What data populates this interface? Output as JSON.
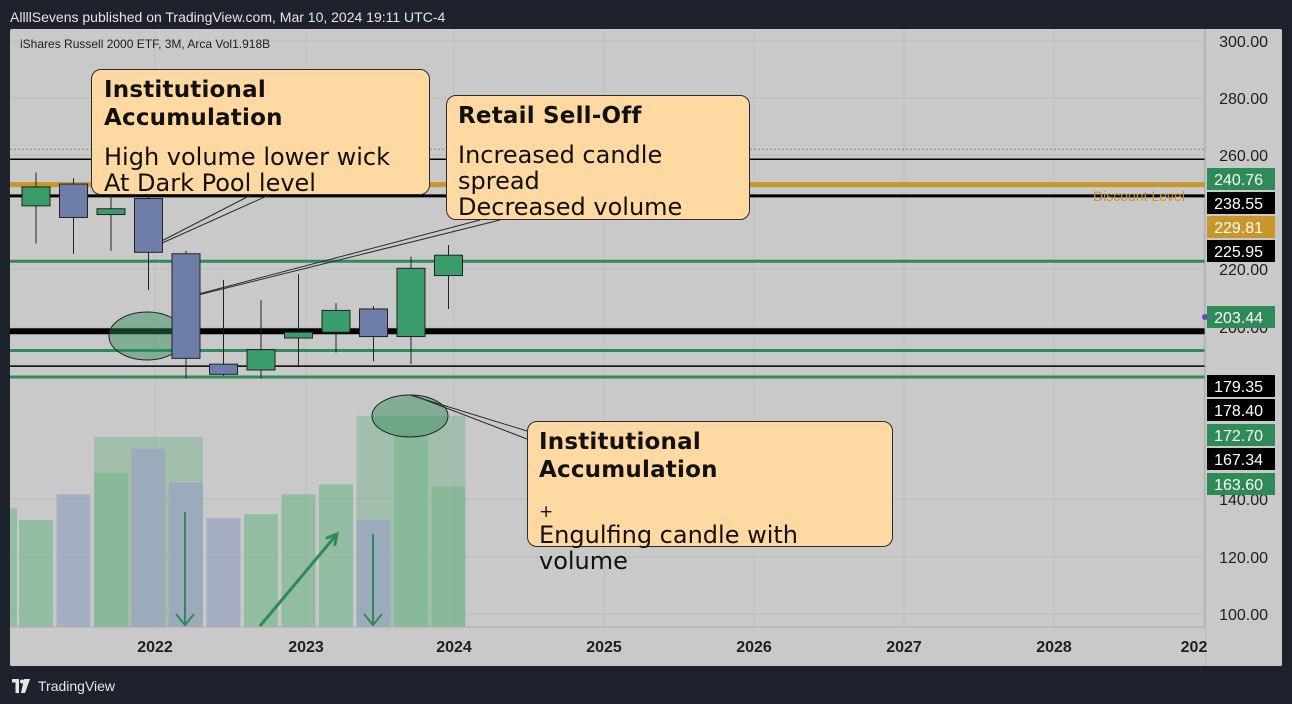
{
  "header": {
    "publisher": "AllllSevens published on TradingView.com, Mar 10, 2024 19:11 UTC-4"
  },
  "footer": {
    "brand": "TradingView",
    "logo_icon": "tradingview-logo-icon"
  },
  "symbol_label": "iShares Russell 2000 ETF, 3M, Arca  Vol1.918B",
  "colors": {
    "background": "#c9c9c9",
    "bull": "#3a9c6a",
    "bear": "#6f7ea8",
    "level_black": "#000000",
    "level_green": "#2e8b57",
    "level_gold": "#c8962a",
    "callout_fill": "#ffd9a1"
  },
  "callouts": {
    "inst_acc_1": {
      "title": "Institutional Accumulation",
      "line1": "High volume lower wick",
      "line2": "At Dark Pool level"
    },
    "retail": {
      "title": "Retail Sell-Off",
      "line1": "Increased candle spread",
      "line2": "Decreased volume"
    },
    "inst_acc_2": {
      "title": "Institutional Accumulation",
      "plus": "+",
      "line1": "Engulfing candle with volume"
    }
  },
  "discount_label": "Discount Level",
  "chart_data": {
    "type": "candlestick",
    "title": "iShares Russell 2000 ETF, 3M, Arca",
    "volume_label": "Vol1.918B",
    "timeframe": "3M",
    "y_axis_ticks": [
      "300.00",
      "280.00",
      "260.00",
      "220.00",
      "200.00",
      "140.00",
      "120.00",
      "100.00"
    ],
    "ylim": [
      100,
      300
    ],
    "x_axis_ticks": [
      "2022",
      "2023",
      "2024",
      "2025",
      "2026",
      "2027",
      "2028",
      "202"
    ],
    "candles": [
      {
        "open": 222.5,
        "close": 229.0,
        "high": 234.0,
        "low": 209.5
      },
      {
        "open": 230.0,
        "close": 218.5,
        "high": 232.0,
        "low": 206.0
      },
      {
        "open": 219.5,
        "close": 221.5,
        "high": 229.0,
        "low": 207.0
      },
      {
        "open": 225.0,
        "close": 206.5,
        "high": 227.0,
        "low": 193.5
      },
      {
        "open": 206.0,
        "close": 170.0,
        "high": 207.0,
        "low": 163.0
      },
      {
        "open": 168.0,
        "close": 164.5,
        "high": 197.0,
        "low": 164.0
      },
      {
        "open": 166.0,
        "close": 173.0,
        "high": 190.0,
        "low": 163.0
      },
      {
        "open": 177.0,
        "close": 179.0,
        "high": 199.0,
        "low": 167.0
      },
      {
        "open": 179.0,
        "close": 186.5,
        "high": 189.0,
        "low": 172.0
      },
      {
        "open": 187.0,
        "close": 177.5,
        "high": 188.0,
        "low": 169.0
      },
      {
        "open": 177.5,
        "close": 201.0,
        "high": 205.0,
        "low": 168.0
      },
      {
        "open": 198.5,
        "close": 205.5,
        "high": 209.0,
        "low": 187.0
      }
    ],
    "volume_bars": [
      {
        "value": 0.54,
        "dir": "bull"
      },
      {
        "value": 0.67,
        "dir": "bear"
      },
      {
        "value": 0.78,
        "dir": "bull"
      },
      {
        "value": 0.9,
        "dir": "bear"
      },
      {
        "value": 0.73,
        "dir": "bear"
      },
      {
        "value": 0.55,
        "dir": "bear"
      },
      {
        "value": 0.57,
        "dir": "bull"
      },
      {
        "value": 0.67,
        "dir": "bull"
      },
      {
        "value": 0.72,
        "dir": "bull"
      },
      {
        "value": 0.54,
        "dir": "bear"
      },
      {
        "value": 0.97,
        "dir": "bull"
      },
      {
        "value": 0.71,
        "dir": "bull"
      }
    ],
    "volume_highlights": [
      {
        "from": 2,
        "to": 4,
        "value": 0.9
      },
      {
        "from": 9,
        "to": 11,
        "value": 1.0
      }
    ],
    "levels": [
      {
        "value": 238.55,
        "label": "238.55",
        "style": "black-thin",
        "tag_bg": "#000000",
        "tag_fg": "#ffffff"
      },
      {
        "value": 240.76,
        "label": "240.76",
        "style": "none",
        "tag_bg": "#2e8b57",
        "tag_fg": "#ffffff"
      },
      {
        "value": 229.81,
        "label": "229.81",
        "style": "gold",
        "tag_bg": "#c8962a",
        "tag_fg": "#ffffff"
      },
      {
        "value": 225.95,
        "label": "225.95",
        "style": "black",
        "tag_bg": "#000000",
        "tag_fg": "#ffffff"
      },
      {
        "value": 203.44,
        "label": "203.44",
        "style": "green",
        "tag_bg": "#2e8b57",
        "tag_fg": "#ffffff"
      },
      {
        "value": 179.35,
        "label": "179.35",
        "style": "black-thick",
        "tag_bg": "#000000",
        "tag_fg": "#ffffff"
      },
      {
        "value": 172.7,
        "label": "172.70",
        "style": "green",
        "tag_bg": "#2e8b57",
        "tag_fg": "#ffffff"
      },
      {
        "value": 167.34,
        "label": "167.34",
        "style": "black-thin",
        "tag_bg": "#000000",
        "tag_fg": "#ffffff"
      },
      {
        "value": 163.6,
        "label": "163.60",
        "style": "green",
        "tag_bg": "#2e8b57",
        "tag_fg": "#ffffff"
      },
      {
        "value": 178.4,
        "label": "178.40",
        "style": "none",
        "tag_bg": "#000000",
        "tag_fg": "#ffffff"
      }
    ],
    "discount_level": 242.0
  }
}
